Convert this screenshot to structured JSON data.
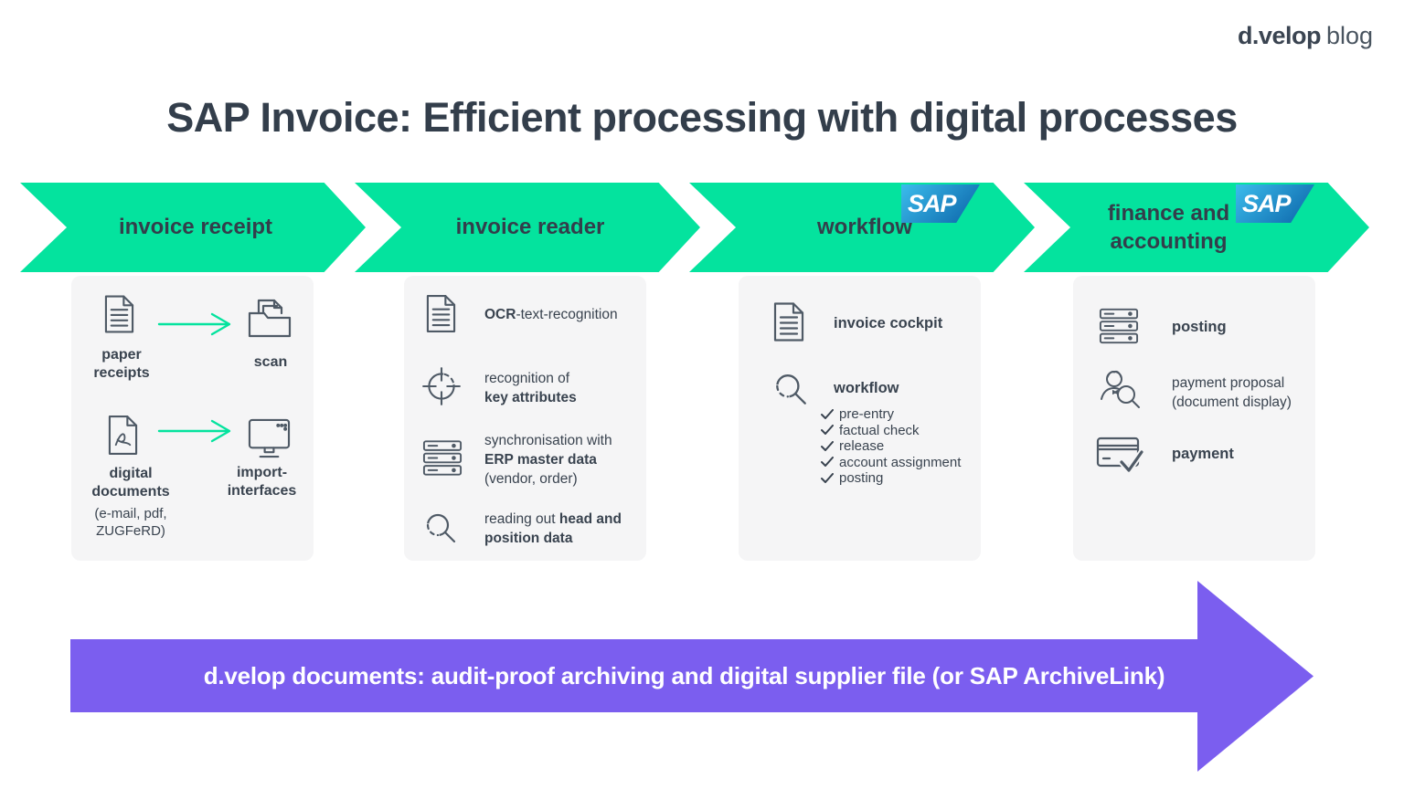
{
  "header": {
    "logo_brand": "d.velop",
    "logo_suffix": "blog",
    "title": "SAP Invoice: Efficient processing with digital processes"
  },
  "colors": {
    "green": "#04E39E",
    "purple": "#7B5EEF",
    "navy_text": "#333E4B",
    "icon_stroke": "#4F5A66",
    "panel_background": "#F5F5F6",
    "sap_blue_light": "#3BBCEC",
    "sap_blue_dark": "#0B62A7"
  },
  "stages": [
    {
      "label": "invoice receipt",
      "sap_badge": ""
    },
    {
      "label": "invoice reader",
      "sap_badge": ""
    },
    {
      "label": "workflow",
      "sap_badge": "SAP"
    },
    {
      "label": "finance and accounting",
      "label_line1": "finance and",
      "label_line2": "accounting",
      "sap_badge": "SAP"
    }
  ],
  "invoice_receipt_panel": {
    "row1": {
      "from_icon": "document-icon",
      "from_label_line1": "paper",
      "from_label_line2": "receipts",
      "arrow_icon": "green-right-arrow-icon",
      "to_icon": "folder-scan-icon",
      "to_label": "scan"
    },
    "row2": {
      "from_icon": "pdf-document-icon",
      "from_label_line1": "digital",
      "from_label_line2": "documents",
      "from_sub_line1": "(e-mail, pdf,",
      "from_sub_line2": "ZUGFeRD)",
      "arrow_icon": "green-right-arrow-icon",
      "to_icon": "monitor-icon",
      "to_label_line1": "import-",
      "to_label_line2": "interfaces"
    }
  },
  "invoice_reader_panel": {
    "row1": {
      "icon": "document-icon",
      "bold": "OCR",
      "rest": "-text-recognition"
    },
    "row2": {
      "icon": "crosshair-icon",
      "line1": "recognition of",
      "line2_bold": "key attributes"
    },
    "row3": {
      "icon": "server-icon",
      "line1": "synchronisation with",
      "line2_bold": "ERP master data",
      "line3": "(vendor, order)"
    },
    "row4": {
      "icon": "magnifier-icon",
      "line1_prefix": "reading out ",
      "line1_bold": "head and",
      "line2_bold": "position data"
    }
  },
  "workflow_panel": {
    "row1": {
      "icon": "document-icon",
      "label": "invoice cockpit"
    },
    "row2": {
      "icon": "magnifier-icon",
      "label": "workflow"
    },
    "checklist": [
      "pre-entry",
      "factual check",
      "release",
      "account assignment",
      "posting"
    ]
  },
  "finance_panel": {
    "row1": {
      "icon": "server-icon",
      "label": "posting"
    },
    "row2": {
      "icon": "person-magnifier-icon",
      "line1": "payment proposal",
      "line2": "(document display)"
    },
    "row3": {
      "icon": "card-check-icon",
      "label": "payment"
    }
  },
  "banner": {
    "text": "d.velop documents: audit-proof archiving and digital supplier file (or SAP ArchiveLink)"
  }
}
